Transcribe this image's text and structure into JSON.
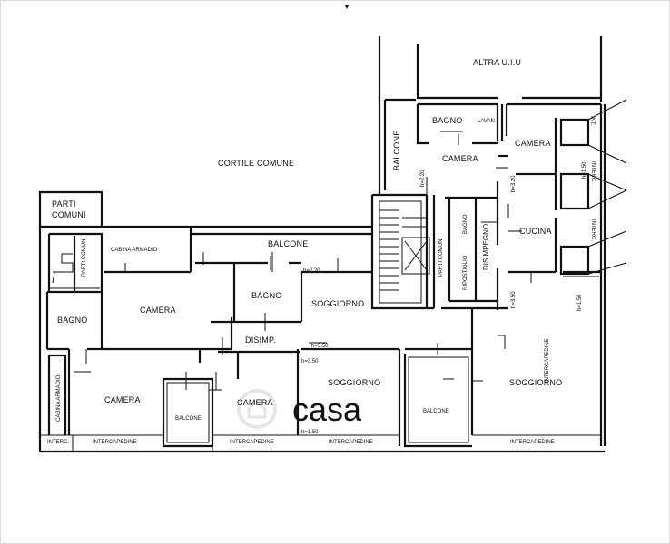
{
  "plan": {
    "rooms": {
      "altra_uiu": "ALTRA U.I.U",
      "cortile_comune": "CORTILE COMUNE",
      "parti_comuni_top": "PARTI",
      "parti_comuni_bottom": "COMUNI",
      "balcone_left": "BALCONE",
      "balcone_vertical": "BALCONE",
      "bagno_top": "BAGNO",
      "lavan": "LAVAN.",
      "camera_top_mid": "CAMERA",
      "camera_top_right": "CAMERA",
      "int_top": "INT.",
      "interc_right_1": "INTERC.",
      "interc_right_2": "INTERC.",
      "cucina": "CUCINA",
      "disimpegno": "DISIMPEGNO",
      "ripostiglio": "RIPOSTIGLIO",
      "bagno_small": "BAGNO",
      "parti_comuni_vertical": "PARTI COMUNI",
      "cabina_armadio_top": "CABINA ARMADIO",
      "parti_comuni_small": "PARTI COMUNI",
      "camera_left": "CAMERA",
      "bagno_center": "BAGNO",
      "soggiorno_center": "SOGGIORNO",
      "disimp": "DISIMP.",
      "bagno_left": "BAGNO",
      "cabina_armadio_vertical": "CABINA ARMADIO",
      "camera_bottom_left": "CAMERA",
      "balcone_bottom_small": "BALCONE",
      "camera_bottom_mid": "CAMERA",
      "soggiorno_bottom_mid": "SOGGIORNO",
      "balcone_bottom_mid": "BALCONE",
      "soggiorno_bottom_right": "SOGGIORNO",
      "intercapedine_right": "INTERCAPEDINE",
      "intercapedine_b1": "INTERCAPEDINE",
      "intercapedine_b2": "INTERCAPEDINE",
      "intercapedine_b3": "INTERCAPEDINE",
      "intercapedine_b4": "INTERCAPEDINE",
      "interc_bottom_left": "INTERC."
    },
    "heights": {
      "h220_a": "h=2.20",
      "h320": "h=3.20",
      "h150_a": "h=1.50",
      "h350_a": "h=3.50",
      "h220_b": "h=2.20",
      "h350_b": "h=3.50",
      "h350_c": "h=3.50",
      "h150_b": "h=1.50",
      "h150_c": "h=1.50"
    },
    "watermark": "casa"
  }
}
